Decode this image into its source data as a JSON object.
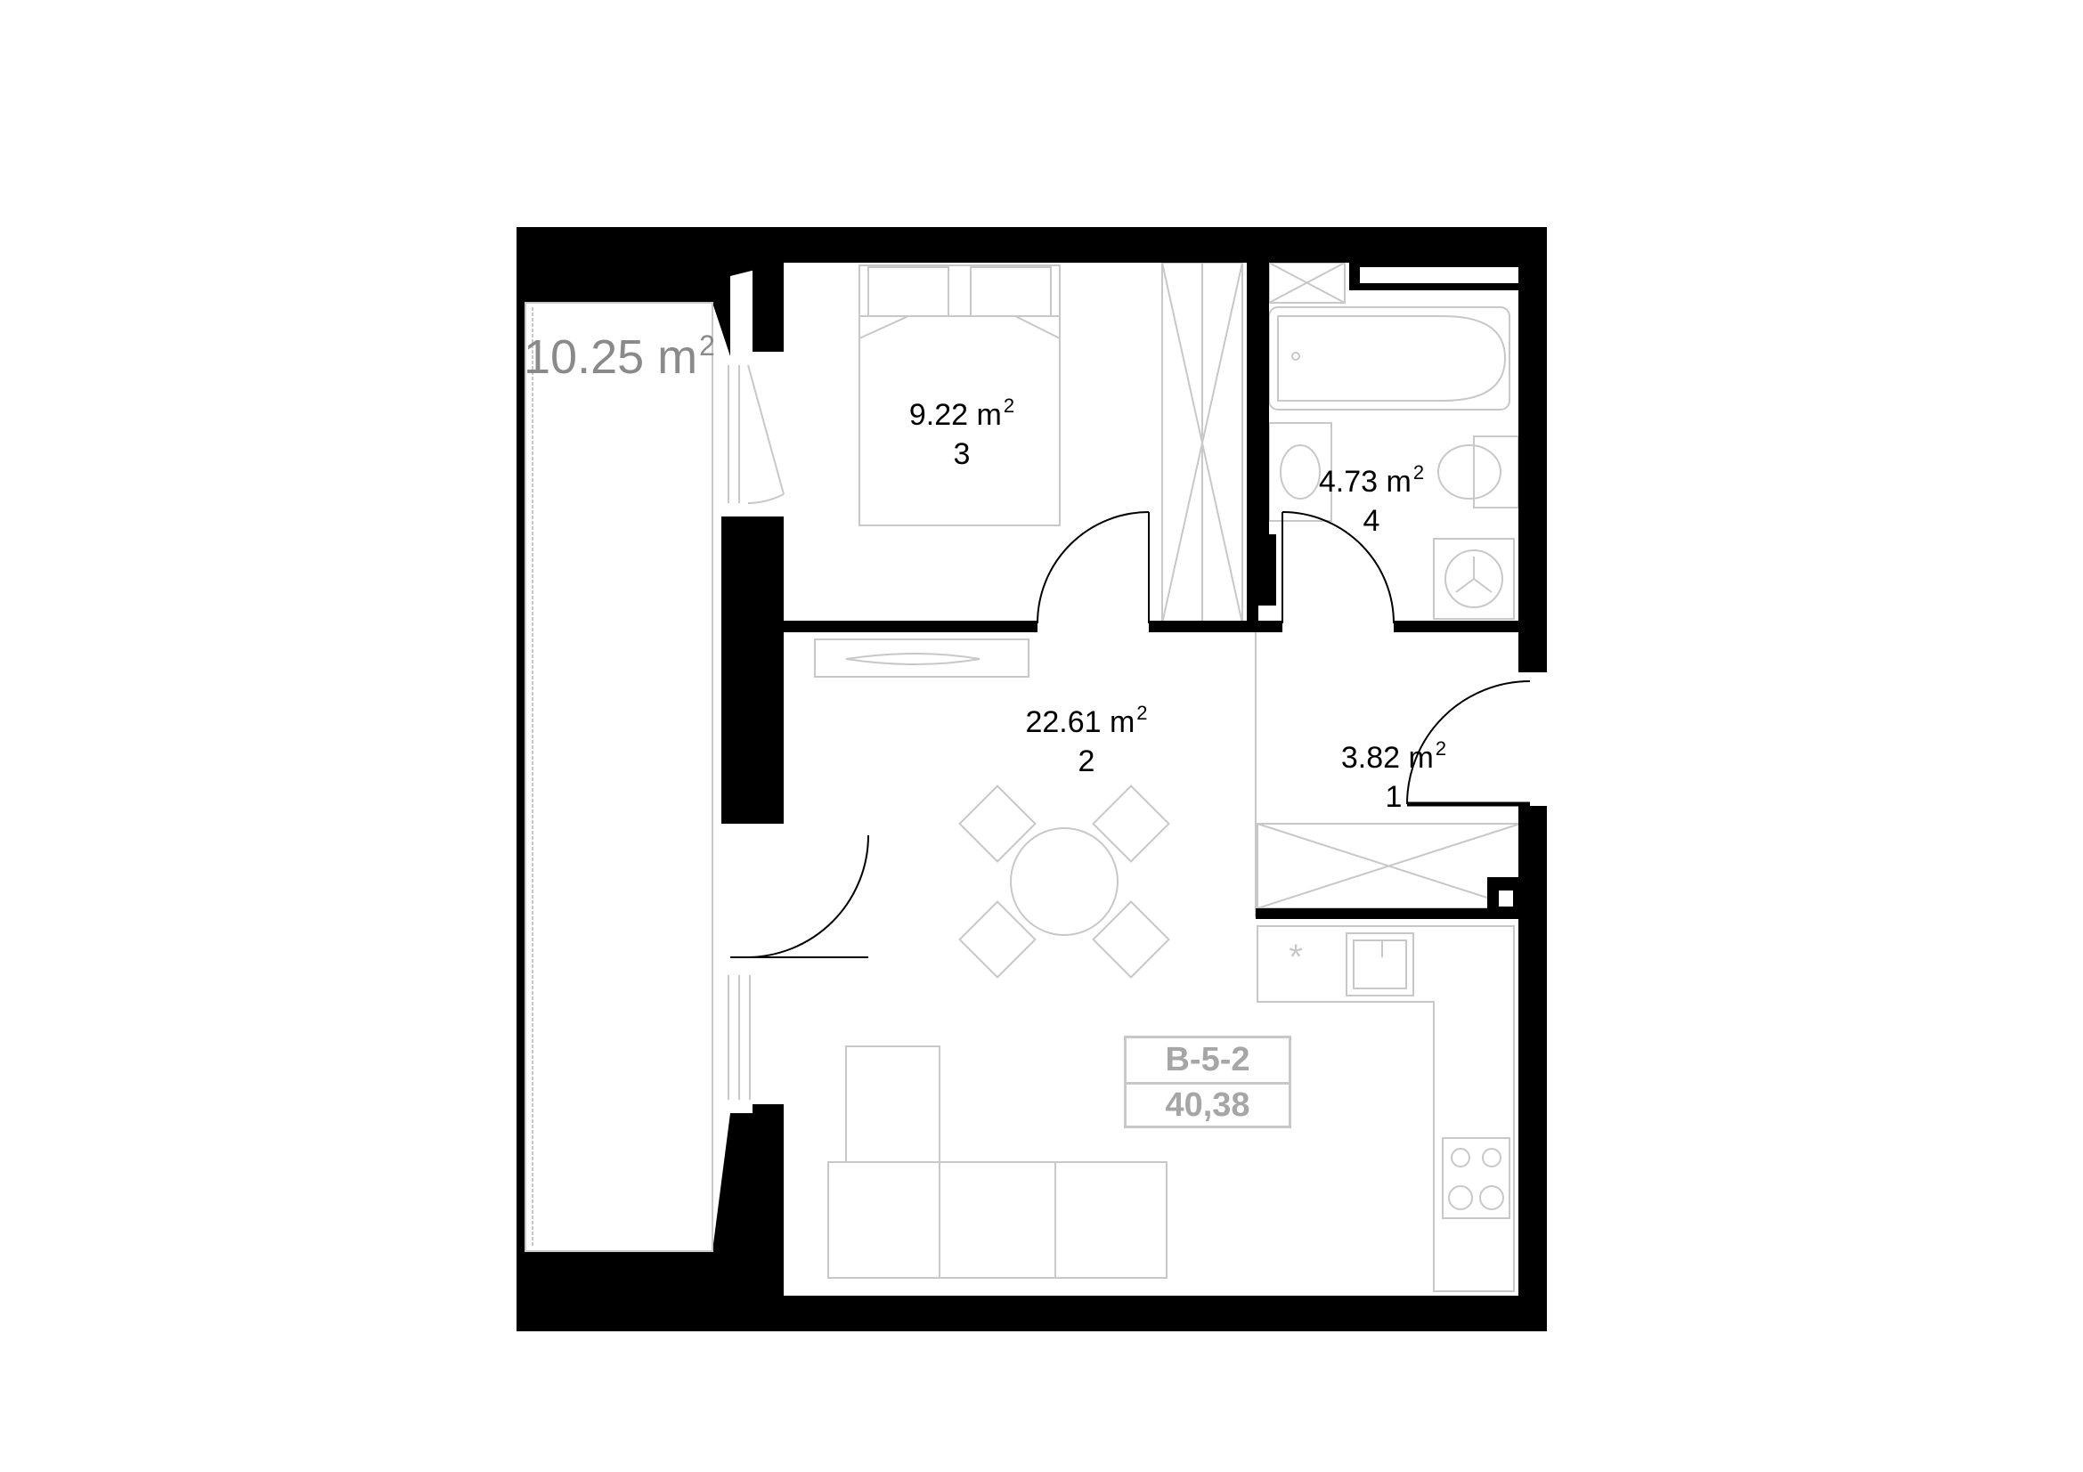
{
  "balcony": {
    "area": "10.25 m",
    "sup": "2"
  },
  "rooms": [
    {
      "id": "bedroom",
      "area": "9.22  m",
      "sup": "2",
      "number": "3"
    },
    {
      "id": "bathroom",
      "area": "4.73  m",
      "sup": "2",
      "number": "4"
    },
    {
      "id": "living",
      "area": "22.61  m",
      "sup": "2",
      "number": "2"
    },
    {
      "id": "hall",
      "area": "3.82  m",
      "sup": "2",
      "number": "1"
    }
  ],
  "unit_tag": {
    "code": "B-5-2",
    "total": "40,38"
  },
  "symbols": {
    "appliance_mark": "*"
  },
  "colors": {
    "wall": "#000000",
    "furniture": "#c8c8c8",
    "tag_text": "#a6a6a6",
    "balcony_text": "#8a8a8a"
  }
}
